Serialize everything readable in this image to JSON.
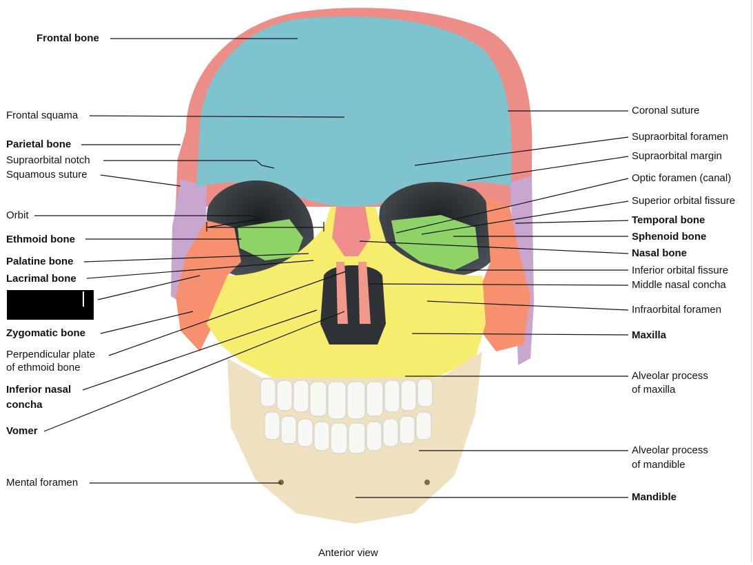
{
  "labels_left": {
    "frontal_bone": "Frontal bone",
    "frontal_squama": "Frontal squama",
    "parietal_bone": "Parietal bone",
    "supraorbital_notch": "Supraorbital notch",
    "squamous_suture": "Squamous suture",
    "orbit": "Orbit",
    "ethmoid_bone": "Ethmoid bone",
    "palatine_bone": "Palatine bone",
    "lacrimal_bone": "Lacrimal bone",
    "zygomatic_bone": "Zygomatic bone",
    "perpendicular_plate_1": "Perpendicular plate",
    "perpendicular_plate_2": "of ethmoid bone",
    "inferior_nasal_concha_1": "Inferior nasal",
    "inferior_nasal_concha_2": "concha",
    "vomer": "Vomer",
    "mental_foramen": "Mental foramen"
  },
  "labels_right": {
    "coronal_suture": "Coronal suture",
    "supraorbital_foramen": "Supraorbital foramen",
    "supraorbital_margin": "Supraorbital margin",
    "optic_foramen": "Optic foramen (canal)",
    "superior_orbital_fissure": "Superior orbital fissure",
    "temporal_bone": "Temporal bone",
    "sphenoid_bone": "Sphenoid bone",
    "nasal_bone": "Nasal bone",
    "inferior_orbital_fissure": "Inferior orbital fissure",
    "middle_nasal_concha": "Middle nasal concha",
    "infraorbital_foramen": "Infraorbital foramen",
    "maxilla": "Maxilla",
    "alveolar_maxilla_1": "Alveolar process",
    "alveolar_maxilla_2": "of maxilla",
    "alveolar_mandible_1": "Alveolar process",
    "alveolar_mandible_2": "of mandible",
    "mandible": "Mandible"
  },
  "caption": "Anterior view",
  "colors": {
    "frontal": "#7fc3cf",
    "parietal": "#ec8d87",
    "temporal": "#c9a6cf",
    "sphenoid": "#8fd267",
    "ethmoid": "#f4927c",
    "zygomatic": "#f7906f",
    "maxilla": "#f6ec6e",
    "nasal": "#ef8c8c",
    "mandible": "#efe1c0",
    "teeth": "#f7f7f4",
    "orbit_shadow": "#3b3f44"
  }
}
